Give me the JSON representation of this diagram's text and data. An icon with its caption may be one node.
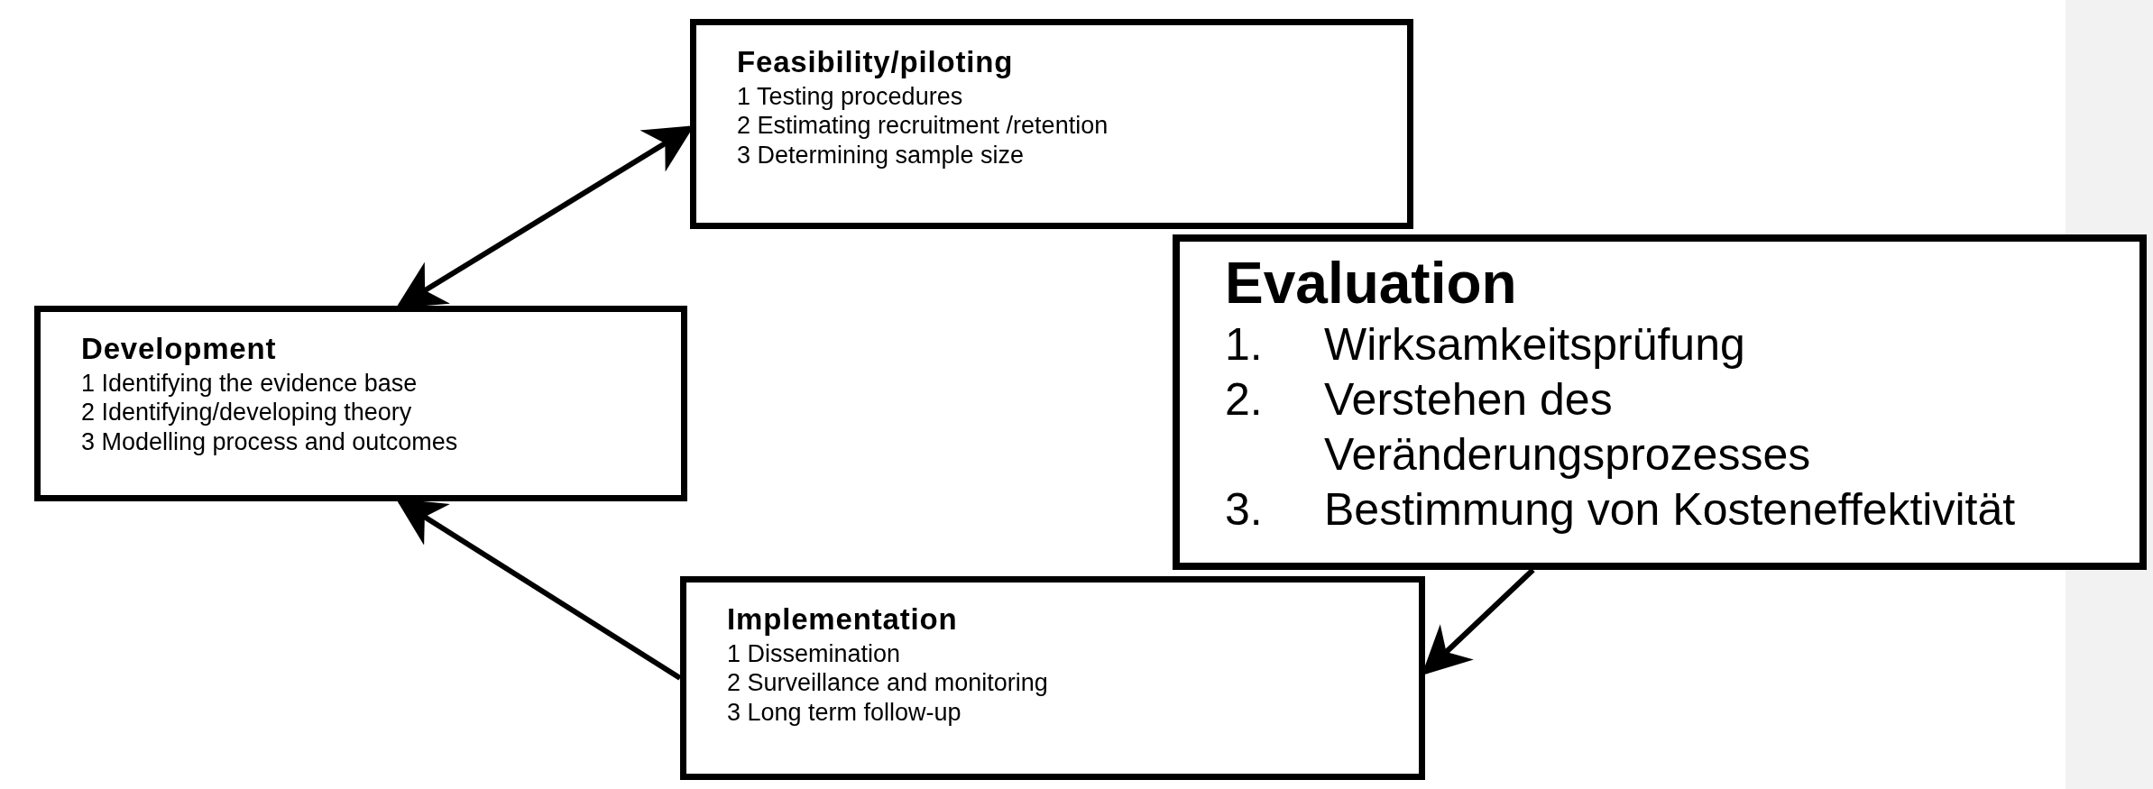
{
  "diagram": {
    "nodes": [
      {
        "text": [
          "Feasibility/piloting",
          "1 Testing procedures",
          "2 Estimating recruitment /retention",
          "3 Determining sample size"
        ]
      },
      {
        "text": [
          "Development",
          "1 Identifying the evidence base",
          "2 Identifying/developing theory",
          "3 Modelling process and outcomes"
        ]
      },
      {
        "text": [
          "Implementation",
          "1 Dissemination",
          "2 Surveillance and monitoring",
          "3 Long term follow-up"
        ]
      },
      {
        "text": [
          "Evaluation",
          "1.",
          "Wirksamkeitsprüfung",
          "2.",
          "Verstehen des Veränderungsprozesses",
          "3.",
          "Bestimmung von Kosteneffektivität"
        ]
      }
    ],
    "edges": [
      {
        "from": 1,
        "to": 0,
        "arrow": "both"
      },
      {
        "from": 2,
        "to": 1,
        "arrow": "to"
      },
      {
        "from": 3,
        "to": 2,
        "arrow": "to"
      }
    ]
  }
}
